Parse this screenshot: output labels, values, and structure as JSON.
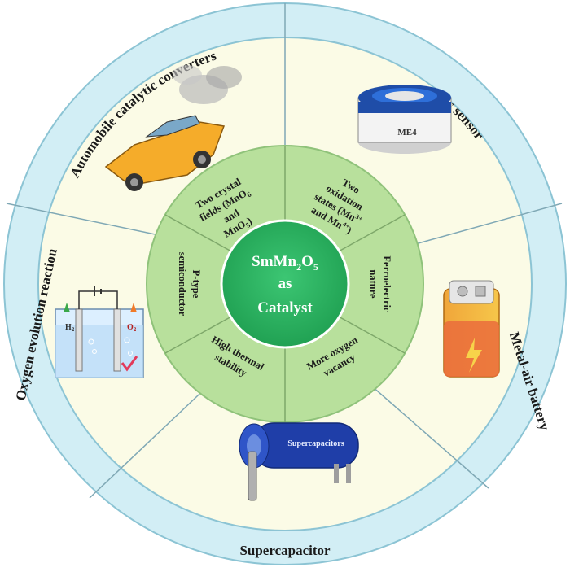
{
  "center": {
    "line1_prefix": "SmMn",
    "line1_sub1": "2",
    "line1_mid": "O",
    "line1_sub2": "5",
    "line2": "as",
    "line3": "Catalyst"
  },
  "properties": [
    {
      "id": "crystal-fields",
      "lines": [
        "Two crystal",
        "fields (MnO",
        "and",
        "MnO"
      ],
      "subs": [
        "6",
        "5"
      ]
    },
    {
      "id": "oxidation-states",
      "lines": [
        "Two",
        "oxidation",
        "states (Mn",
        "and Mn"
      ],
      "sups": [
        "3+",
        "4+"
      ]
    },
    {
      "id": "ferroelectric",
      "lines": [
        "Ferroelectric",
        "nature"
      ]
    },
    {
      "id": "oxygen-vacancy",
      "lines": [
        "More oxygen",
        "vacancy"
      ]
    },
    {
      "id": "thermal-stability",
      "lines": [
        "High thermal",
        "stability"
      ]
    },
    {
      "id": "p-type",
      "lines": [
        "P-type",
        "semiconductor"
      ]
    }
  ],
  "applications": [
    {
      "id": "automobile",
      "label": "Automobile catalytic converters"
    },
    {
      "id": "gas-sensor",
      "label": "Gas sensor"
    },
    {
      "id": "metal-air",
      "label": "Metal-air battery"
    },
    {
      "id": "supercapacitor",
      "label": "Supercapacitor"
    },
    {
      "id": "oxygen-evolution",
      "label": "Oxygen evolution reaction"
    }
  ],
  "icons": {
    "gas_sensor_text": "ME4",
    "supercap_text": "Supercapacitors",
    "oer_left": "H",
    "oer_left_sub": "2",
    "oer_right": "O",
    "oer_right_sub": "2"
  },
  "colors": {
    "outer_ring": "#d2eef5",
    "background_sectors": "#fbfbe6",
    "inner_ring": "#b8e09c",
    "center": "#29b460"
  }
}
